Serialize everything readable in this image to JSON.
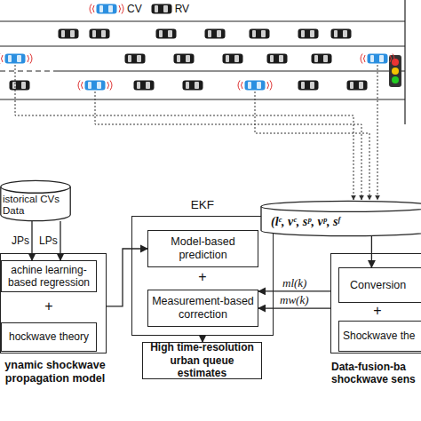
{
  "diagram": {
    "nodes": [
      {
        "text": [
          "istorical CVs Data"
        ]
      },
      {
        "text": [
          "ynamic shockwave propagation model"
        ]
      },
      {
        "text": [
          "achine learning-based regression"
        ],
        "in": 1
      },
      {
        "text": [
          "hockwave theory"
        ],
        "in": 1
      },
      {
        "text": [
          "EKF"
        ]
      },
      {
        "text": [
          "Model-based prediction"
        ],
        "in": 4
      },
      {
        "text": [
          "Measurement-based correction"
        ],
        "in": 4
      },
      {
        "text": [
          "High time-resolution urban queue estimates"
        ]
      },
      {
        "text": [
          "(lᶜ, vᶜ, sᵖ, vᵖ, sᶠ"
        ]
      },
      {
        "text": [
          "Data-fusion-ba shockwave sens"
        ]
      },
      {
        "text": [
          "Conversion"
        ],
        "in": 9
      },
      {
        "text": [
          "Shockwave the"
        ],
        "in": 9
      }
    ],
    "edges": [
      {
        "from": 0,
        "to": 2,
        "label": "JPs",
        "arrow": "to"
      },
      {
        "from": 0,
        "to": 2,
        "label": "LPs",
        "arrow": "to"
      },
      {
        "from": 1,
        "to": 5,
        "arrow": "to"
      },
      {
        "from": 4,
        "to": 7,
        "arrow": "to"
      },
      {
        "from": 8,
        "to": 10,
        "arrow": "to"
      },
      {
        "from": 9,
        "to": 6,
        "label": "ml(k)",
        "arrow": "to"
      },
      {
        "from": 9,
        "to": 6,
        "label": "mw(k)",
        "arrow": "to"
      }
    ],
    "labels": [
      "+",
      "+",
      "+"
    ],
    "legend": [
      {
        "text": "CV"
      },
      {
        "text": "RV"
      }
    ]
  }
}
